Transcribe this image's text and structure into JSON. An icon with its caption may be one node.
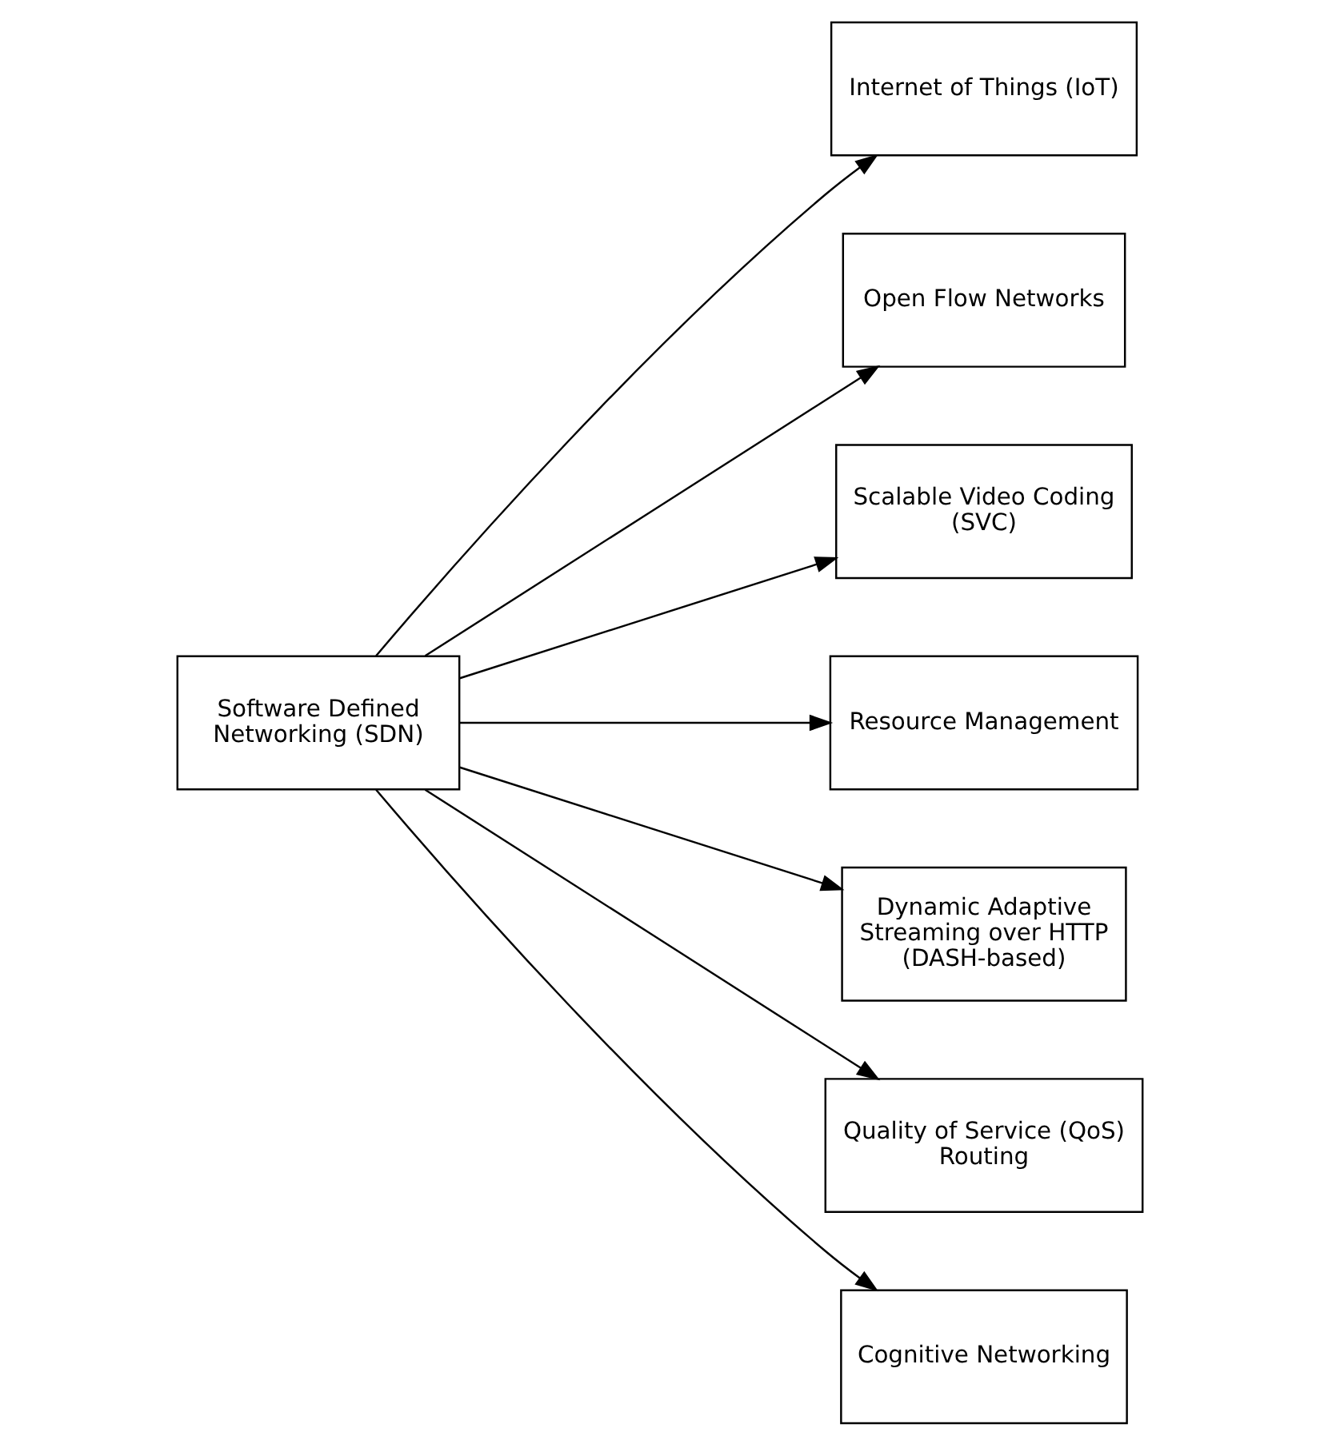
{
  "diagram": {
    "nodes": [
      {
        "text": [
          "Software Defined Networking (SDN)"
        ]
      },
      {
        "text": [
          "Internet of Things (IoT)"
        ]
      },
      {
        "text": [
          "Open Flow Networks"
        ]
      },
      {
        "text": [
          "Scalable Video Coding (SVC)"
        ]
      },
      {
        "text": [
          "Resource Management"
        ]
      },
      {
        "text": [
          "Dynamic Adaptive Streaming over HTTP (DASH-based)"
        ]
      },
      {
        "text": [
          "Quality of Service (QoS) Routing"
        ]
      },
      {
        "text": [
          "Cognitive Networking"
        ]
      }
    ],
    "edges": [
      {
        "from": 0,
        "to": 1,
        "arrow": "to"
      },
      {
        "from": 0,
        "to": 2,
        "arrow": "to"
      },
      {
        "from": 0,
        "to": 3,
        "arrow": "to"
      },
      {
        "from": 0,
        "to": 4,
        "arrow": "to"
      },
      {
        "from": 0,
        "to": 5,
        "arrow": "to"
      },
      {
        "from": 0,
        "to": 6,
        "arrow": "to"
      },
      {
        "from": 0,
        "to": 7,
        "arrow": "to"
      }
    ]
  }
}
